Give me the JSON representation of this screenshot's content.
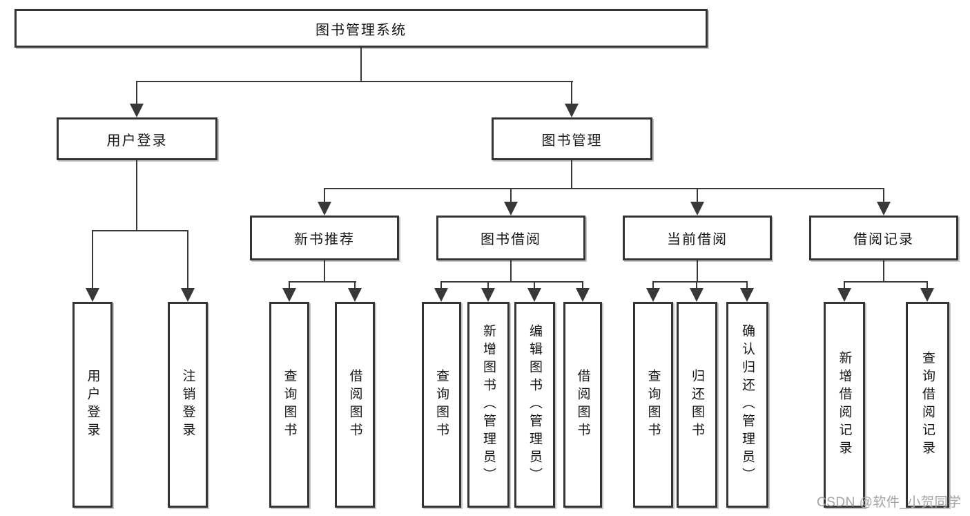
{
  "diagram_type": "hierarchy-tree",
  "colors": {
    "background": "#ffffff",
    "box_border": "#343434",
    "connector_line": "#383838",
    "text": "#161616",
    "watermark": "#a3a3a3"
  },
  "tree": {
    "root": {
      "label": "图书管理系统"
    },
    "branches": [
      {
        "label": "用户登录",
        "children": [
          {
            "label": "用户登录"
          },
          {
            "label": "注销登录"
          }
        ]
      },
      {
        "label": "图书管理",
        "children": [
          {
            "label": "新书推荐",
            "children": [
              {
                "label": "查询图书"
              },
              {
                "label": "借阅图书"
              }
            ]
          },
          {
            "label": "图书借阅",
            "children": [
              {
                "label": "查询图书"
              },
              {
                "label": "新增图书（管理员）"
              },
              {
                "label": "编辑图书（管理员）"
              },
              {
                "label": "借阅图书"
              }
            ]
          },
          {
            "label": "当前借阅",
            "children": [
              {
                "label": "查询图书"
              },
              {
                "label": "归还图书"
              },
              {
                "label": "确认归还（管理员）"
              }
            ]
          },
          {
            "label": "借阅记录",
            "children": [
              {
                "label": "新增借阅记录"
              },
              {
                "label": "查询借阅记录"
              }
            ]
          }
        ]
      }
    ]
  },
  "watermark": "CSDN @软件_小贺同学"
}
